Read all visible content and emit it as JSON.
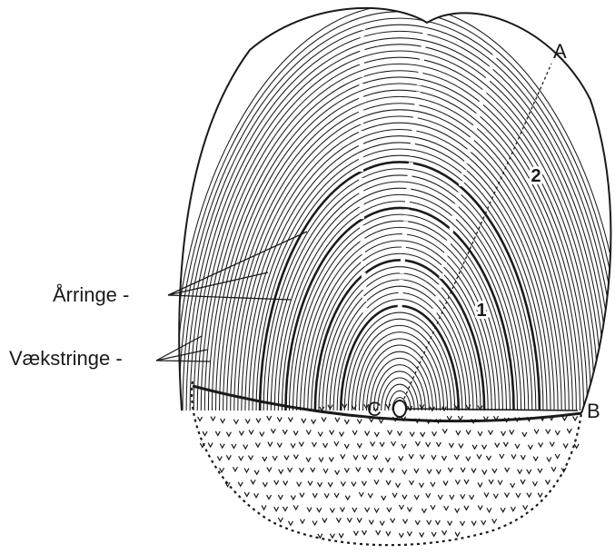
{
  "labels": {
    "annual_rings": "Årringe -",
    "growth_rings": "Vækstringe -",
    "point_a": "A",
    "point_b": "B",
    "point_c": "C",
    "ring_1": "1",
    "ring_2": "2"
  },
  "colors": {
    "ink": "#1a1a1a",
    "background": "#ffffff"
  }
}
